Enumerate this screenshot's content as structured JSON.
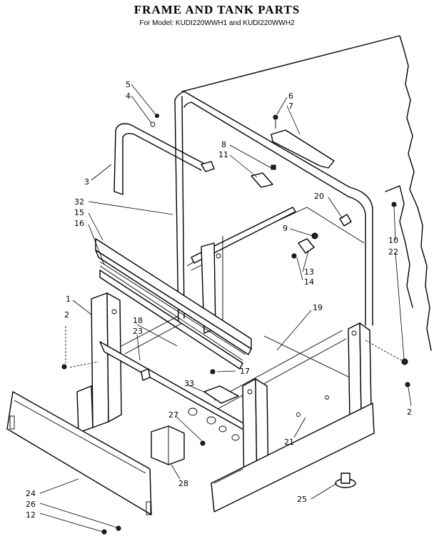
{
  "header": {
    "title": "FRAME AND TANK PARTS",
    "subtitle": "For Model: KUDI220WWH1 and KUDI220WWH2"
  },
  "callouts": {
    "c5": "5",
    "c4": "4",
    "c3": "3",
    "c6": "6",
    "c7": "7",
    "c8": "8",
    "c11": "11",
    "c32": "32",
    "c15": "15",
    "c16": "16",
    "c20": "20",
    "c9": "9",
    "c10": "10",
    "c22": "22",
    "c13": "13",
    "c14": "14",
    "c1": "1",
    "c2a": "2",
    "c18": "18",
    "c23": "23",
    "c19": "19",
    "c17": "17",
    "c33": "33",
    "c2b": "2",
    "c27": "27",
    "c21": "21",
    "c28": "28",
    "c24": "24",
    "c26": "26",
    "c12": "12",
    "c25": "25"
  }
}
